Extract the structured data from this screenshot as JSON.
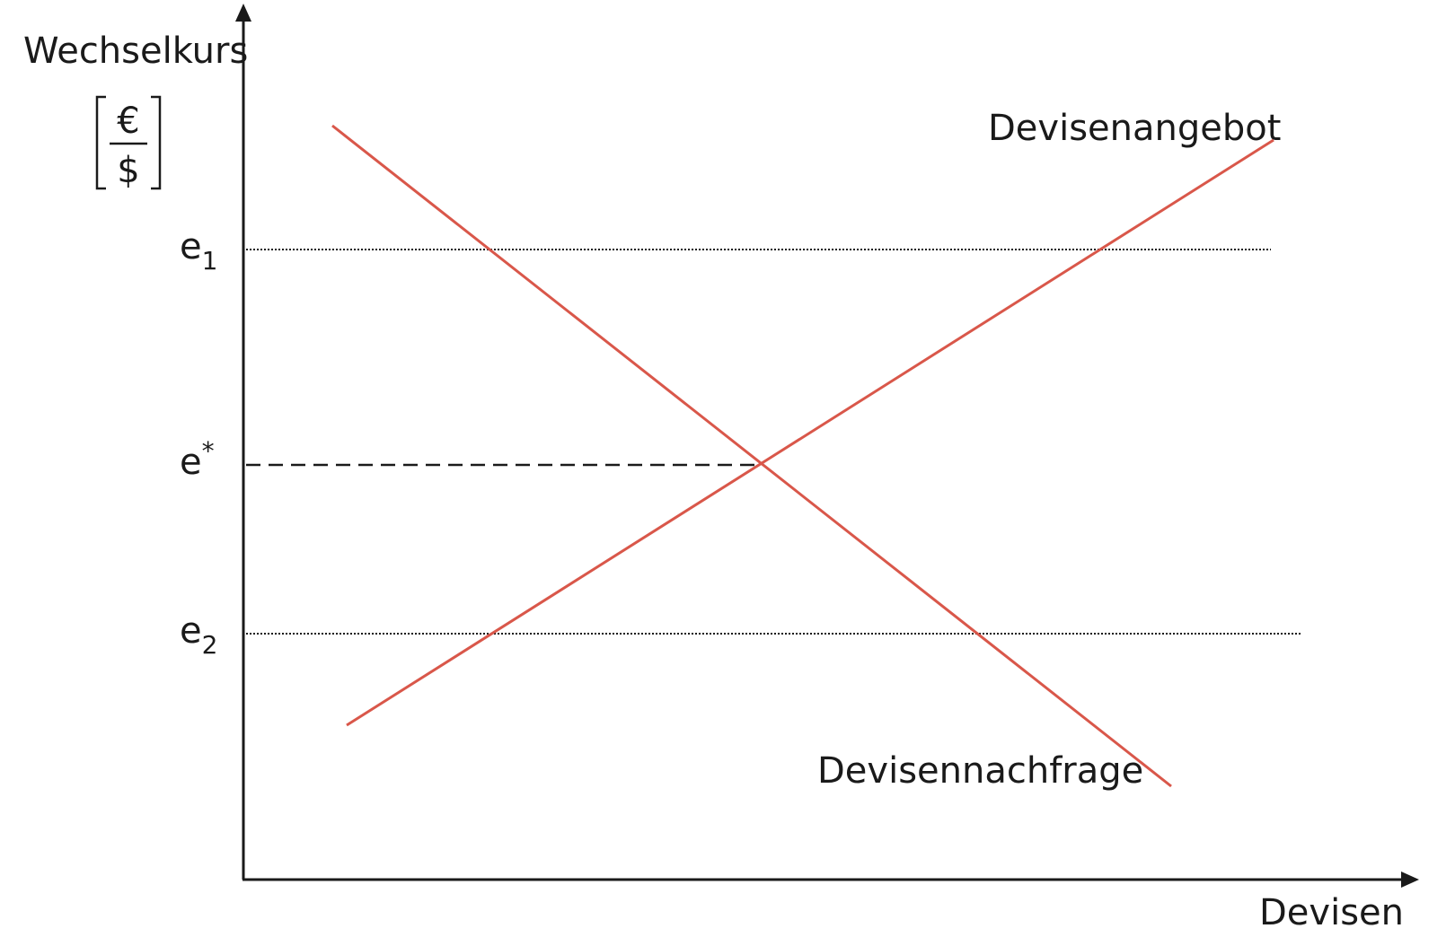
{
  "axes": {
    "y_label": "Wechselkurs",
    "y_unit_numerator": "€",
    "y_unit_denominator": "$",
    "x_label": "Devisen"
  },
  "levels": {
    "e1": {
      "base": "e",
      "sub": "1"
    },
    "e_star": {
      "base": "e",
      "sup": "*"
    },
    "e2": {
      "base": "e",
      "sub": "2"
    }
  },
  "curves": {
    "supply_label": "Devisenangebot",
    "demand_label": "Devisennachfrage"
  },
  "colors": {
    "curve": "#d9574a",
    "axis": "#1a1a1a",
    "guide": "#1a1a1a"
  }
}
